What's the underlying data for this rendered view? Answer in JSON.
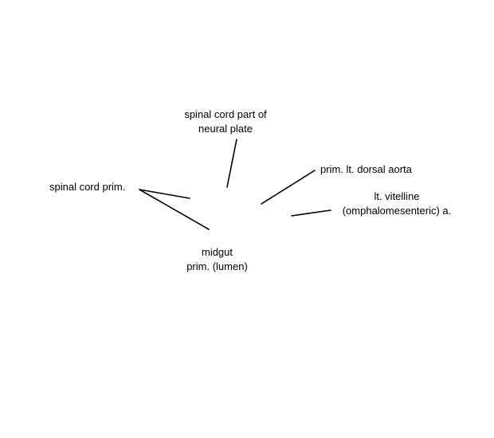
{
  "labels": {
    "neural_plate": {
      "line1": "spinal cord part of",
      "line2": "neural plate"
    },
    "dorsal_aorta": {
      "line1": "prim. lt. dorsal aorta"
    },
    "spinal_cord": {
      "line1": "spinal cord prim."
    },
    "vitelline": {
      "line1": "lt. vitelline",
      "line2": "(omphalomesenteric) a."
    },
    "midgut": {
      "line1": "midgut",
      "line2": "prim. (lumen)"
    }
  },
  "colors": {
    "background": "#ffffff",
    "lines": "#000000",
    "text": "#000000"
  }
}
